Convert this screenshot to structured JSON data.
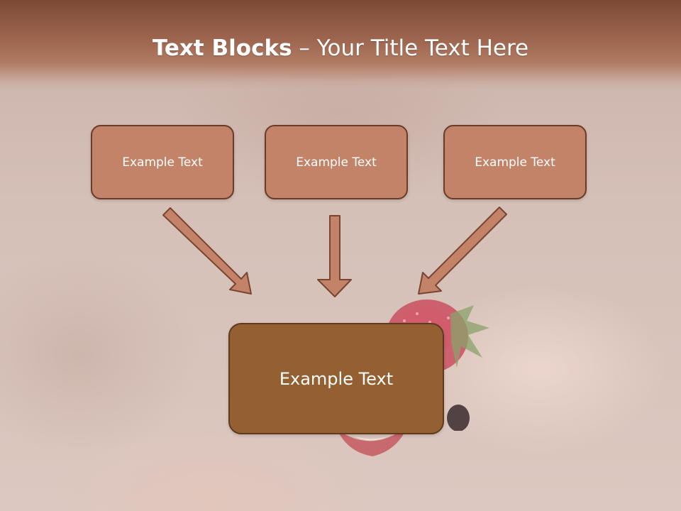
{
  "slide": {
    "title_bold": "Text Blocks",
    "title_rest": " – Your Title Text Here",
    "blocks": [
      {
        "label": "Example Text"
      },
      {
        "label": "Example Text"
      },
      {
        "label": "Example Text"
      }
    ],
    "main_block": {
      "label": "Example Text"
    }
  },
  "colors": {
    "title_band": "#9e664f",
    "small_block_fill": "#c28368",
    "small_block_border": "#6a3c28",
    "main_block_fill": "#956031",
    "arrow_fill": "#c28368",
    "arrow_stroke": "#7a4530"
  },
  "icons": {
    "arrow_left": "arrow-down-right-icon",
    "arrow_center": "arrow-down-icon",
    "arrow_right": "arrow-down-left-icon"
  }
}
